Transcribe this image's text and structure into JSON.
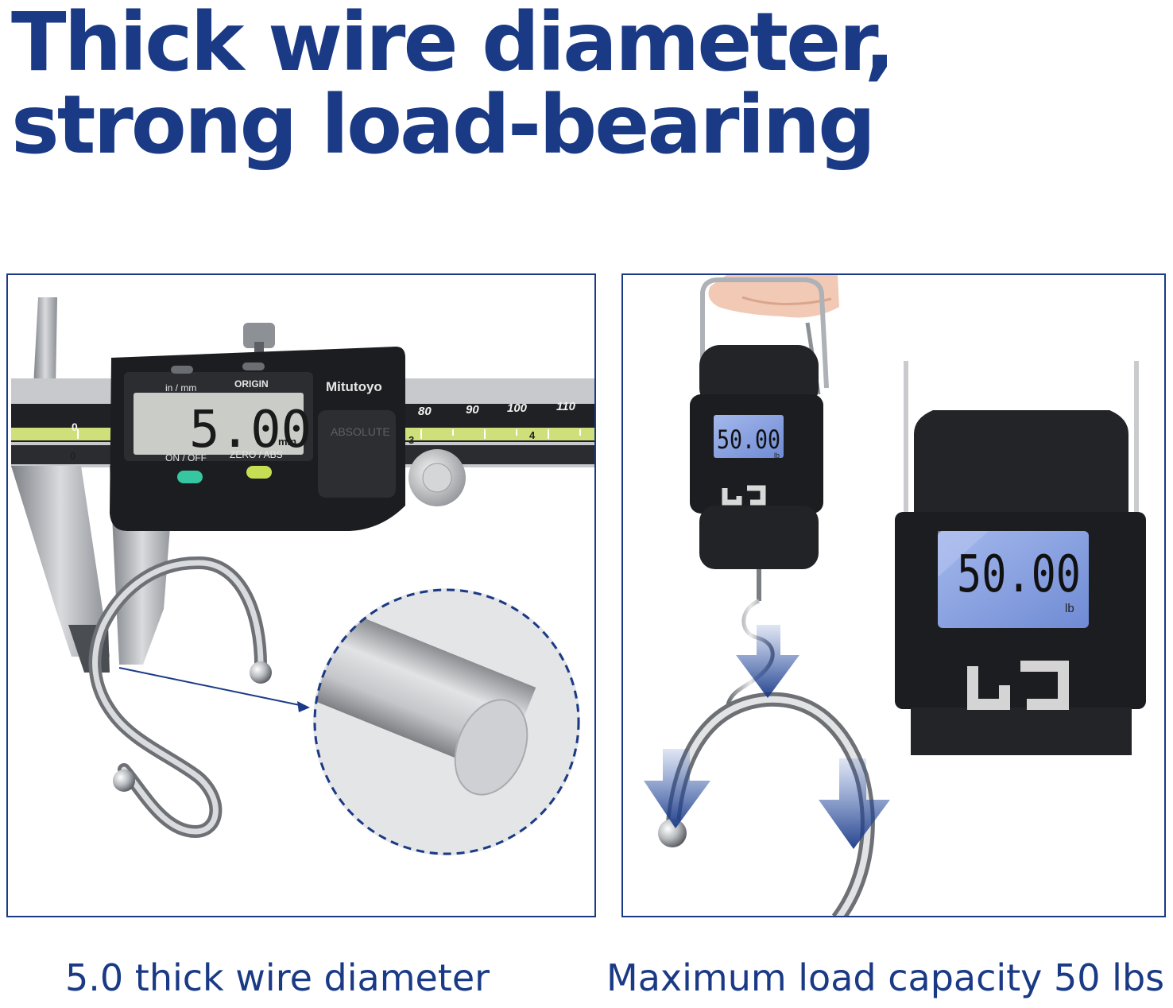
{
  "headline": {
    "line1": "Thick wire diameter,",
    "line2": "strong load-bearing"
  },
  "caliper": {
    "brand": "Mitutoyo",
    "label_units": "in / mm",
    "label_origin": "ORIGIN",
    "display_value": "5.00",
    "display_unit": "mm",
    "label_onoff": "ON / OFF",
    "label_zero": "ZERO / ABS",
    "label_absolute": "ABSOLUTE",
    "scale_top": [
      "80",
      "90",
      "100",
      "110"
    ],
    "scale_zero": "0",
    "scale_low_0": "0",
    "scale_low_3": "3",
    "scale_low_4": "4"
  },
  "scale_device": {
    "display_value": "50.00",
    "display_unit": "lb"
  },
  "captions": {
    "left": "5.0 thick wire diameter",
    "right": "Maximum load capacity 50 lbs"
  },
  "colors": {
    "brand_blue": "#1a3a86",
    "lcd_blue": "#8fa8e0",
    "device_black": "#1c1d20"
  }
}
